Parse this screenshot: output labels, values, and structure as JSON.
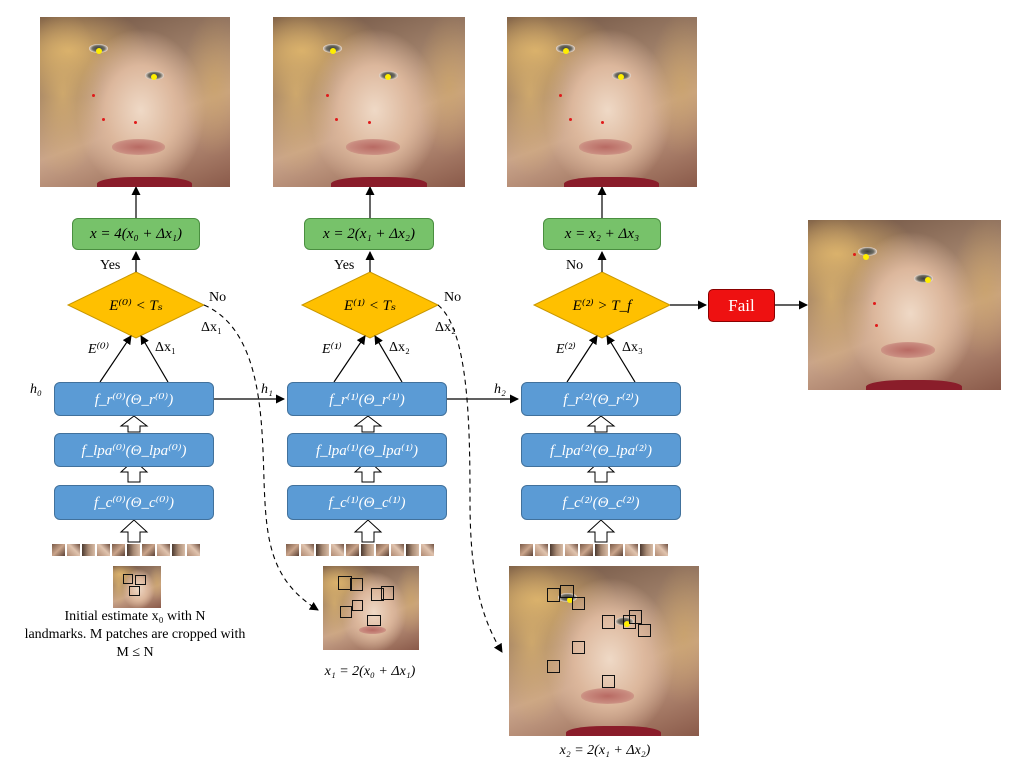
{
  "stages": [
    {
      "result_formula": "x = 4(x₀ + Δx₁)",
      "condition": "E⁽⁰⁾ < Tₛ",
      "branch_yes_label": "Yes",
      "branch_no_label": "No",
      "no_delta_label": "Δx₁",
      "error_label": "E⁽⁰⁾",
      "delta_label": "Δx₁",
      "regressor": "f_r⁽⁰⁾(Θ_r⁽⁰⁾)",
      "lpa": "f_lpa⁽⁰⁾(Θ_lpa⁽⁰⁾)",
      "conv": "f_c⁽⁰⁾(Θ_c⁽⁰⁾)",
      "hidden_label": "h₀"
    },
    {
      "result_formula": "x = 2(x₁ + Δx₂)",
      "condition": "E⁽¹⁾ < Tₛ",
      "branch_yes_label": "Yes",
      "branch_no_label": "No",
      "no_delta_label": "Δx₂",
      "error_label": "E⁽¹⁾",
      "delta_label": "Δx₂",
      "regressor": "f_r⁽¹⁾(Θ_r⁽¹⁾)",
      "lpa": "f_lpa⁽¹⁾(Θ_lpa⁽¹⁾)",
      "conv": "f_c⁽¹⁾(Θ_c⁽¹⁾)",
      "hidden_label": "h₁"
    },
    {
      "result_formula": "x = x₂ + Δx₃",
      "condition": "E⁽²⁾ > T_f",
      "branch_no_label": "No",
      "error_label": "E⁽²⁾",
      "delta_label": "Δx₃",
      "regressor": "f_r⁽²⁾(Θ_r⁽²⁾)",
      "lpa": "f_lpa⁽²⁾(Θ_lpa⁽²⁾)",
      "conv": "f_c⁽²⁾(Θ_c⁽²⁾)",
      "hidden_label": "h₂"
    }
  ],
  "fail_label": "Fail",
  "captions": {
    "initial_line1": "Initial estimate x₀ with N",
    "initial_line2": "landmarks. M patches are cropped with",
    "initial_line3": "M ≤ N",
    "x1": "x₁ = 2(x₀ + Δx₁)",
    "x2": "x₂ = 2(x₁ + Δx₂)"
  },
  "colors": {
    "result_box": "#77c26a",
    "decision": "#ffc000",
    "network_box": "#5b9bd5",
    "fail_box": "#ee1111"
  },
  "icons": [
    "face-photo",
    "patch-strip",
    "hollow-up-arrow"
  ]
}
